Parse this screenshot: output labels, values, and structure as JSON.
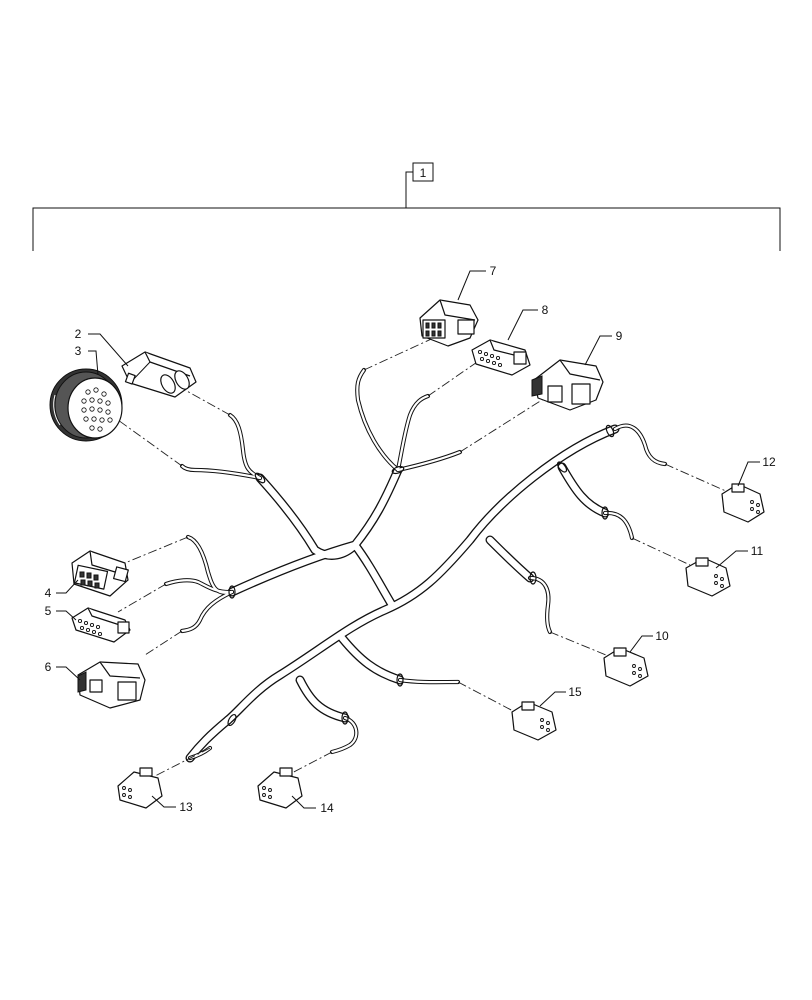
{
  "diagram": {
    "assembly_label": "1",
    "callouts": [
      "2",
      "3",
      "4",
      "5",
      "6",
      "7",
      "8",
      "9",
      "10",
      "11",
      "12",
      "13",
      "14",
      "15"
    ]
  }
}
